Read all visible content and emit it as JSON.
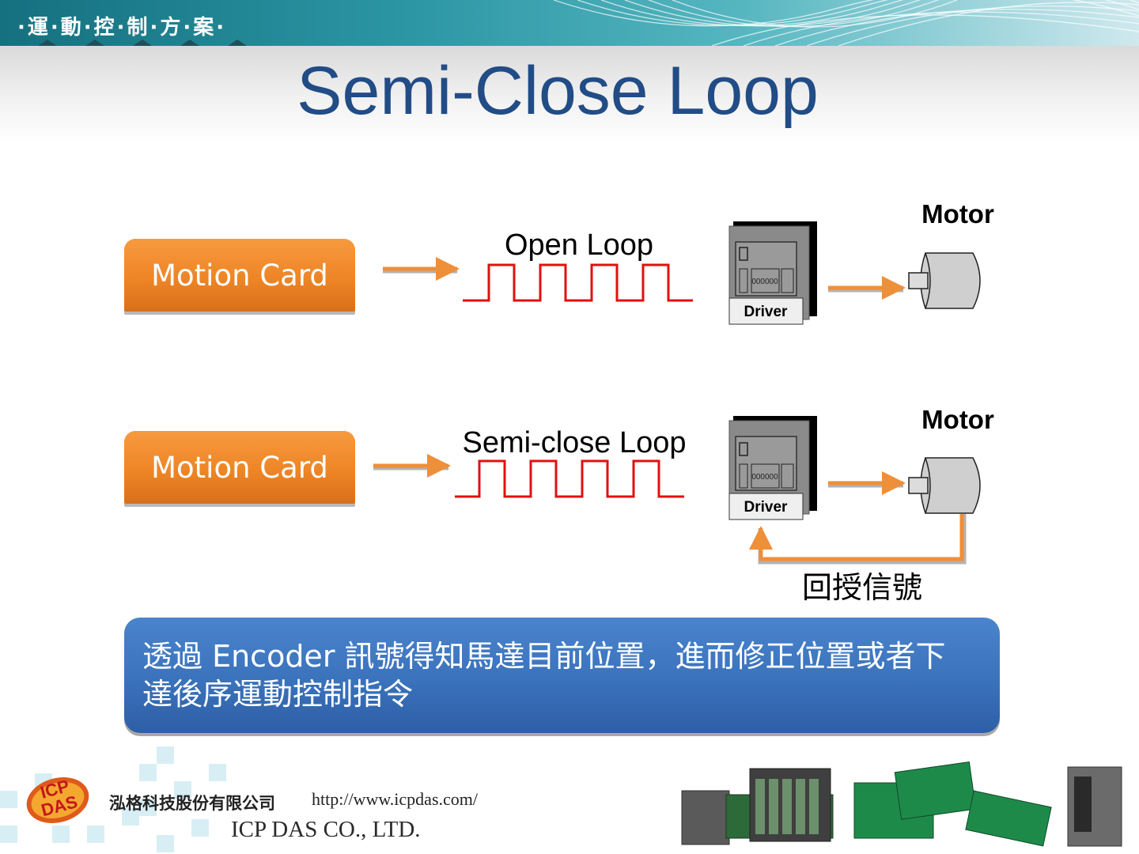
{
  "header": {
    "banner_text": "·運·動·控·制·方·案·"
  },
  "slide": {
    "title": "Semi-Close Loop"
  },
  "diagram": {
    "row1": {
      "motion_card_label": "Motion Card",
      "signal_label": "Open Loop",
      "driver_label": "Driver",
      "motor_label": "Motor"
    },
    "row2": {
      "motion_card_label": "Motion Card",
      "signal_label": "Semi-close Loop",
      "driver_label": "Driver",
      "motor_label": "Motor",
      "feedback_label": "回授信號"
    }
  },
  "info_box": {
    "text_line1": "透過 Encoder 訊號得知馬達目前位置，進而修正位置或者下",
    "text_line2": "達後序運動控制指令"
  },
  "footer": {
    "logo_text": "ICP DAS",
    "company_cn": "泓格科技股份有限公司",
    "url": "http://www.icpdas.com/",
    "company_en": "ICP DAS CO., LTD."
  },
  "colors": {
    "title": "#214c86",
    "card_orange": "#ee8526",
    "arrow_orange": "#ee8f3a",
    "pulse_red": "#e01010",
    "info_blue": "#3a72bb",
    "header_teal": "#2b95a3"
  }
}
